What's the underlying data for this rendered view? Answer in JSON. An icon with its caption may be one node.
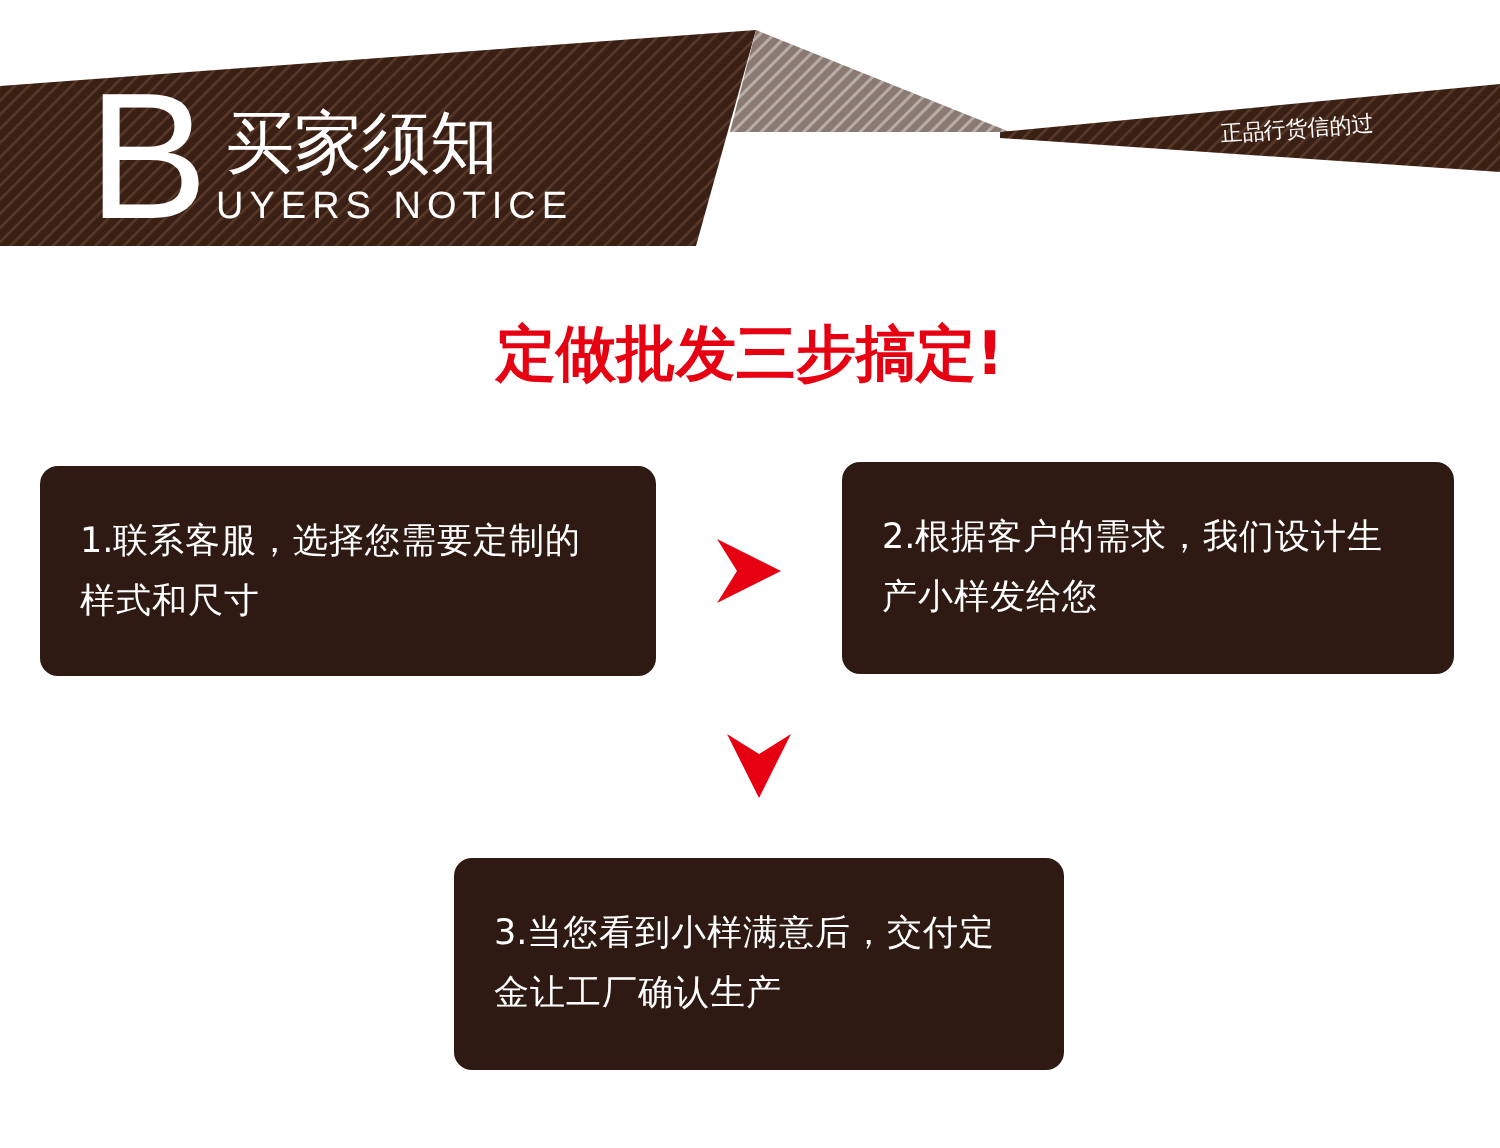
{
  "diagram": {
    "title": "定做批发三步搞定!",
    "nodes": [
      {
        "text": [
          "1.联系客服，选择您需要定制的样式和尺寸"
        ]
      },
      {
        "text": [
          "2.根据客户的需求，我们设计生产小样发给您"
        ]
      },
      {
        "text": [
          "3.当您看到小样满意后，交付定金让工厂确认生产"
        ]
      }
    ],
    "edges": [
      {
        "from": 0,
        "to": 1,
        "arrow": "to",
        "color": "#e60012"
      },
      {
        "from": 1,
        "to": 2,
        "arrow": "to",
        "color": "#e60012"
      }
    ],
    "labels": [
      "B",
      "买家须知",
      "UYERS NOTICE",
      "正品行货信的过"
    ]
  }
}
